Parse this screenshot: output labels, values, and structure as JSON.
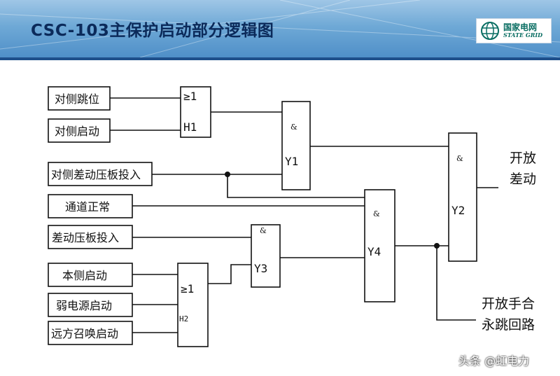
{
  "header": {
    "title": "CSC-103主保护启动部分逻辑图",
    "logo_cn": "国家电网",
    "logo_en": "STATE GRID"
  },
  "inputs": [
    "对侧跳位",
    "对侧启动",
    "对侧差动压板投入",
    "通道正常",
    "差动压板投入",
    "本侧启动",
    "弱电源启动",
    "远方召唤启动"
  ],
  "gates": {
    "h1": {
      "symbol": "≥1",
      "name": "H1"
    },
    "h2": {
      "symbol": "≥1",
      "name": "H2"
    },
    "y1": {
      "symbol": "&",
      "name": "Y1"
    },
    "y2": {
      "symbol": "&",
      "name": "Y2"
    },
    "y3": {
      "symbol": "&",
      "name": "Y3"
    },
    "y4": {
      "symbol": "&",
      "name": "Y4"
    }
  },
  "outputs": {
    "diff_line1": "开放",
    "diff_line2": "差动",
    "trip_line1": "开放手合",
    "trip_line2": "永跳回路"
  },
  "watermark": "头条 @虹电力"
}
